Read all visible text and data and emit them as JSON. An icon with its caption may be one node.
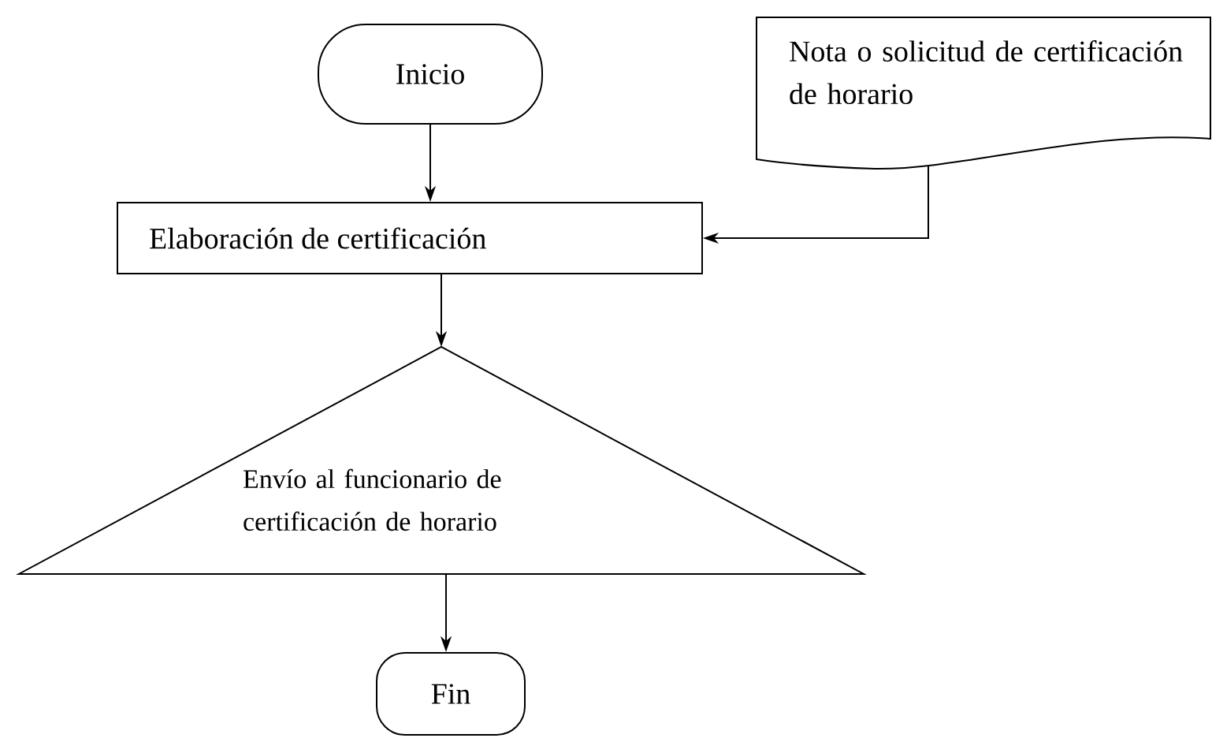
{
  "diagram": {
    "nodes": [
      {
        "text": [
          "Inicio"
        ]
      },
      {
        "text": [
          "Nota o solicitud de certificación de horario"
        ]
      },
      {
        "text": [
          "Elaboración de certificación"
        ]
      },
      {
        "text": [
          "Envío al funcionario de certificación de horario"
        ]
      },
      {
        "text": [
          "Fin"
        ]
      }
    ],
    "edges": [
      {
        "from": 0,
        "to": 2,
        "arrow": "to"
      },
      {
        "from": 1,
        "to": 2,
        "arrow": "to"
      },
      {
        "from": 2,
        "to": 3,
        "arrow": "to"
      },
      {
        "from": 3,
        "to": 4,
        "arrow": "to"
      }
    ]
  }
}
